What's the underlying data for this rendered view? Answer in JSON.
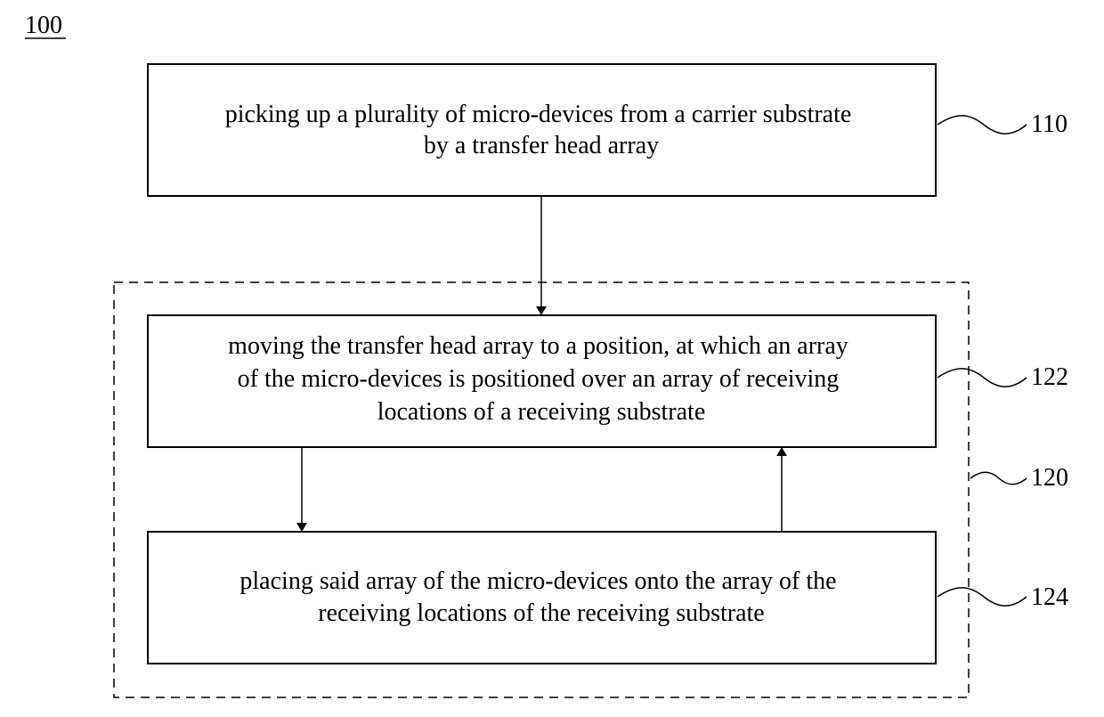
{
  "figure_label": "100",
  "group_label": "120",
  "steps": [
    {
      "ref": "110",
      "lines": [
        "picking up a plurality of micro-devices from a carrier substrate",
        "by a transfer head array"
      ]
    },
    {
      "ref": "122",
      "lines": [
        "moving the transfer head array to a position, at which an array",
        "of the micro-devices is positioned over an array of receiving",
        "locations of a receiving substrate"
      ]
    },
    {
      "ref": "124",
      "lines": [
        "placing said array of the micro-devices onto the array of the",
        "receiving locations of the receiving substrate"
      ]
    }
  ]
}
